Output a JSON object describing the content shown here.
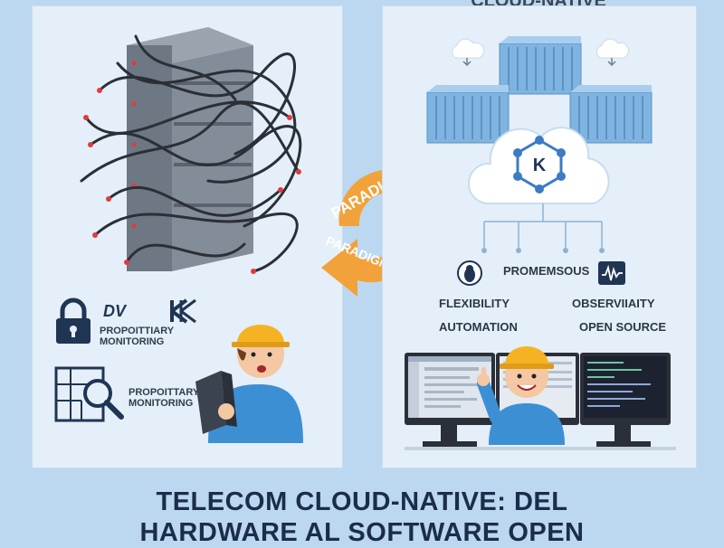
{
  "top_title": "CLOUD-NATIVE",
  "left": {
    "label_1": "PROPOITTIARY",
    "label_1b": "MONITORING",
    "label_2": "PROPOITTARY",
    "label_2b": "MONITORING"
  },
  "center": {
    "arrow_top": "PARADIGM",
    "arrow_bottom": "PARADIGM SHIFT"
  },
  "right": {
    "prom_label": "PROMEMSOUS",
    "flex_label": "FLEXIBILITY",
    "obs_label": "OBSERVIIAITY",
    "auto_label": "AUTOMATION",
    "open_label": "OPEN SOURCE",
    "k_glyph": "K"
  },
  "bottom": {
    "line1": "TELECOM CLOUD-NATIVE: DEL",
    "line2": "HARDWARE AL SOFTWARE OPEN"
  },
  "colors": {
    "background": "#bcd8f0",
    "panel": "#e4eff9",
    "arrow": "#f2a23a",
    "container": "#7fb3e0",
    "helmet": "#f5b324",
    "shirt": "#3d8fd4",
    "server": "#8a939f"
  }
}
